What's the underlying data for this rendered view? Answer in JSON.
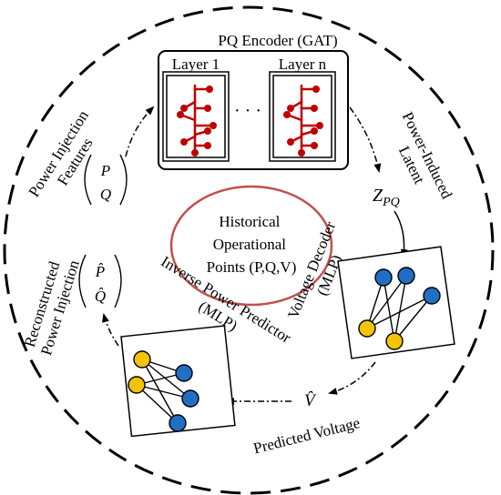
{
  "encoder": {
    "title": "PQ Encoder (GAT)",
    "layer_first": "Layer 1",
    "layer_last": "Layer n",
    "ellipsis": "· · ·"
  },
  "labels": {
    "power_injection_line1": "Power Injection",
    "power_injection_line2": "Features",
    "power_induced_line1": "Power-Induced",
    "power_induced_line2": "Latent",
    "latent_main": "Z",
    "latent_sub": "PQ",
    "center_line1": "Historical",
    "center_line2": "Operational",
    "center_line3": "Points (P,Q,V)",
    "voltage_decoder_line1": "Voltage Decoder",
    "voltage_decoder_line2": "(MLP)",
    "inverse_line1": "Inverse Power Predictor",
    "inverse_line2": "(MLP)",
    "reconstructed_line1": "Reconstructed",
    "reconstructed_line2": "Power Injection",
    "predicted_voltage": "Predicted Voltage",
    "v_hat": "V̂",
    "input_p": "P",
    "input_q": "Q",
    "output_p": "P̂",
    "output_q": "Q̂"
  },
  "colors": {
    "circle_border": "#c0504d",
    "graph_red": "#c00000",
    "node_blue": "#1f6fc5",
    "node_yellow": "#f5c400"
  }
}
